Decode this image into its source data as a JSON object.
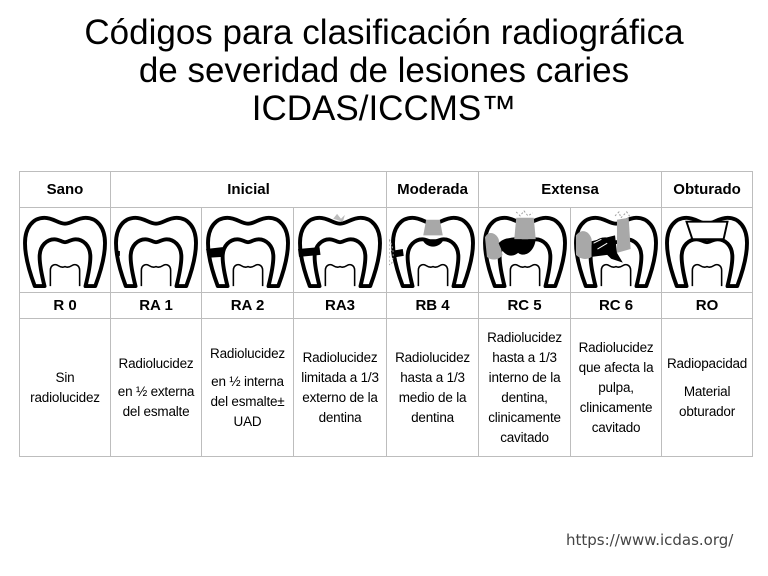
{
  "title": {
    "line1": "Códigos para clasificación radiográfica",
    "line2": "de severidad de lesiones caries",
    "line3": "ICDAS/ICCMS™"
  },
  "categories": {
    "sano": "Sano",
    "inicial": "Inicial",
    "moderada": "Moderada",
    "extensa": "Extensa",
    "obturado": "Obturado"
  },
  "codes": [
    "R 0",
    "RA 1",
    "RA 2",
    "RA3",
    "RB 4",
    "RC 5",
    "RC 6",
    "RO"
  ],
  "descriptions": {
    "r0": [
      "Sin",
      "radiolucidez"
    ],
    "ra1": [
      "Radiolucidez",
      "en ½ externa",
      "del esmalte"
    ],
    "ra2": [
      "Radiolucidez",
      "en ½ interna",
      "del esmalte±",
      "UAD"
    ],
    "ra3": [
      "Radiolucidez",
      "limitada a 1/3",
      "externo de la",
      "dentina"
    ],
    "rb4": [
      "Radiolucidez",
      "hasta a 1/3",
      "medio de la",
      "dentina"
    ],
    "rc5": [
      "Radiolucidez",
      "hasta a 1/3",
      "interno de la",
      "dentina,",
      "clinicamente",
      "cavitado"
    ],
    "rc6": [
      "Radiolucidez",
      "que afecta la",
      "pulpa,",
      "clinicamente",
      "cavitado"
    ],
    "ro": [
      "Radiopacidad",
      "Material",
      "obturador"
    ]
  },
  "tooth_icons": [
    "tooth-sound-icon",
    "tooth-outer-enamel-lesion-icon",
    "tooth-inner-enamel-lesion-icon",
    "tooth-outer-dentin-lesion-icon",
    "tooth-middle-dentin-lesion-icon",
    "tooth-inner-dentin-cavitated-icon",
    "tooth-pulp-involved-icon",
    "tooth-restoration-icon"
  ],
  "source_url": "https://www.icdas.org/"
}
